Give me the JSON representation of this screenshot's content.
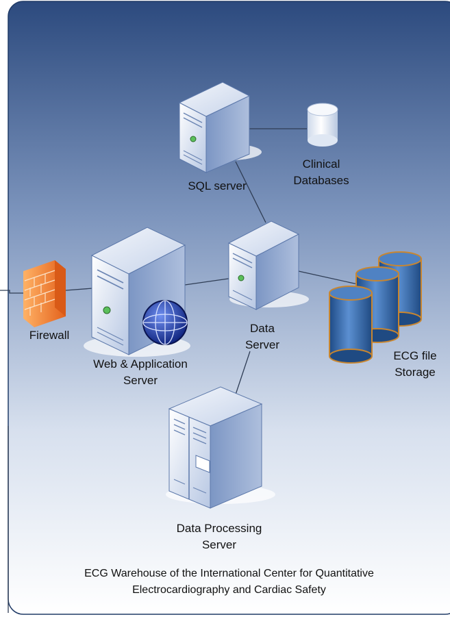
{
  "nodes": {
    "sql_server": {
      "label": "SQL server"
    },
    "clinical_databases": {
      "label_line1": "Clinical",
      "label_line2": "Databases"
    },
    "firewall": {
      "label": "Firewall"
    },
    "web_app_server": {
      "label_line1": "Web & Application",
      "label_line2": "Server"
    },
    "data_server": {
      "label_line1": "Data",
      "label_line2": "Server"
    },
    "ecg_file_storage": {
      "label_line1": "ECG file",
      "label_line2": "Storage"
    },
    "data_processing_server": {
      "label_line1": "Data Processing",
      "label_line2": "Server"
    }
  },
  "caption": {
    "line1": "ECG Warehouse of the International Center for Quantitative",
    "line2": "Electrocardiography and Cardiac Safety"
  },
  "colors": {
    "panel_top": "#2f4e83",
    "panel_bottom": "#ffffff",
    "server_body": "#e8eef8",
    "server_shadow": "#9fb3d6",
    "storage_blue": "#2f64a8",
    "storage_rim": "#c9862f",
    "firewall_orange": "#f0842c"
  },
  "connections": [
    [
      "external",
      "firewall"
    ],
    [
      "firewall",
      "web_app_server"
    ],
    [
      "web_app_server",
      "data_server"
    ],
    [
      "data_server",
      "sql_server"
    ],
    [
      "sql_server",
      "clinical_databases"
    ],
    [
      "data_server",
      "ecg_file_storage"
    ],
    [
      "data_server",
      "data_processing_server"
    ]
  ]
}
